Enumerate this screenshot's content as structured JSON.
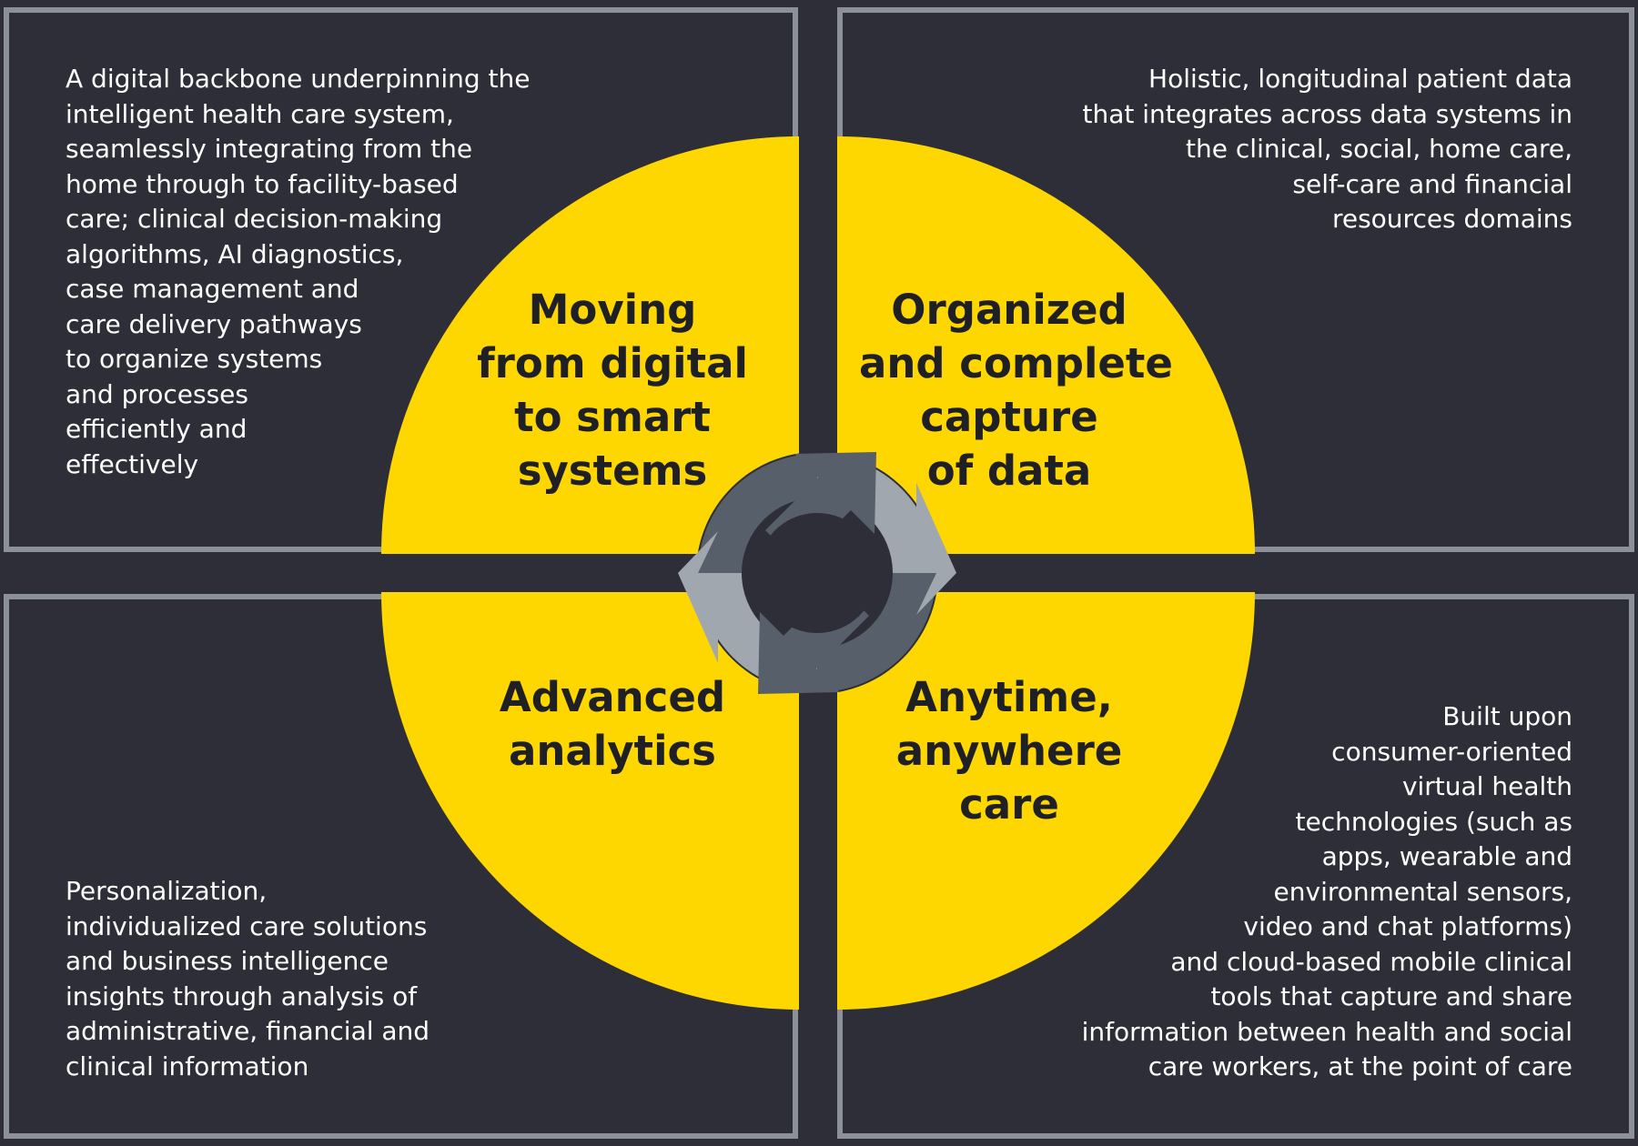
{
  "colors": {
    "background": "#2e2e38",
    "panel_border": "#8c9199",
    "quadrant_fill": "#ffd700",
    "arrow_dark": "#565f6a",
    "arrow_light": "#a1a7ae",
    "center_hub": "#2e2e38",
    "description_text": "#ffffff",
    "label_text": "#1f1f26"
  },
  "center_icon": "refresh-cycle-arrows-icon",
  "quadrants": {
    "top_left": {
      "label_lines": [
        "Moving",
        "from digital",
        "to smart",
        "systems"
      ],
      "description_lines": [
        "A digital backbone underpinning the",
        "intelligent health care system,",
        "seamlessly integrating from the",
        "home through to facility-based",
        "care; clinical decision-making",
        "algorithms, AI diagnostics,",
        "case management and",
        "care delivery pathways",
        "to organize systems",
        "and processes",
        "efficiently and",
        "effectively"
      ]
    },
    "top_right": {
      "label_lines": [
        "Organized",
        "and complete",
        "capture",
        "of data"
      ],
      "description_lines": [
        "Holistic, longitudinal patient data",
        "that integrates across data systems in",
        "the clinical, social, home care,",
        "self-care and financial",
        "resources domains"
      ]
    },
    "bottom_left": {
      "label_lines": [
        "Advanced",
        "analytics"
      ],
      "description_lines": [
        "Personalization,",
        "individualized care solutions",
        "and business intelligence",
        "insights through analysis of",
        "administrative, financial and",
        "clinical information"
      ]
    },
    "bottom_right": {
      "label_lines": [
        "Anytime,",
        "anywhere",
        "care"
      ],
      "description_lines": [
        "Built upon",
        "consumer-oriented",
        "virtual health",
        "technologies (such as",
        "apps, wearable and",
        "environmental sensors,",
        "video and chat platforms)",
        "and cloud-based mobile clinical",
        "tools that capture and share",
        "information between health and social",
        "care workers, at the point of care"
      ]
    }
  }
}
